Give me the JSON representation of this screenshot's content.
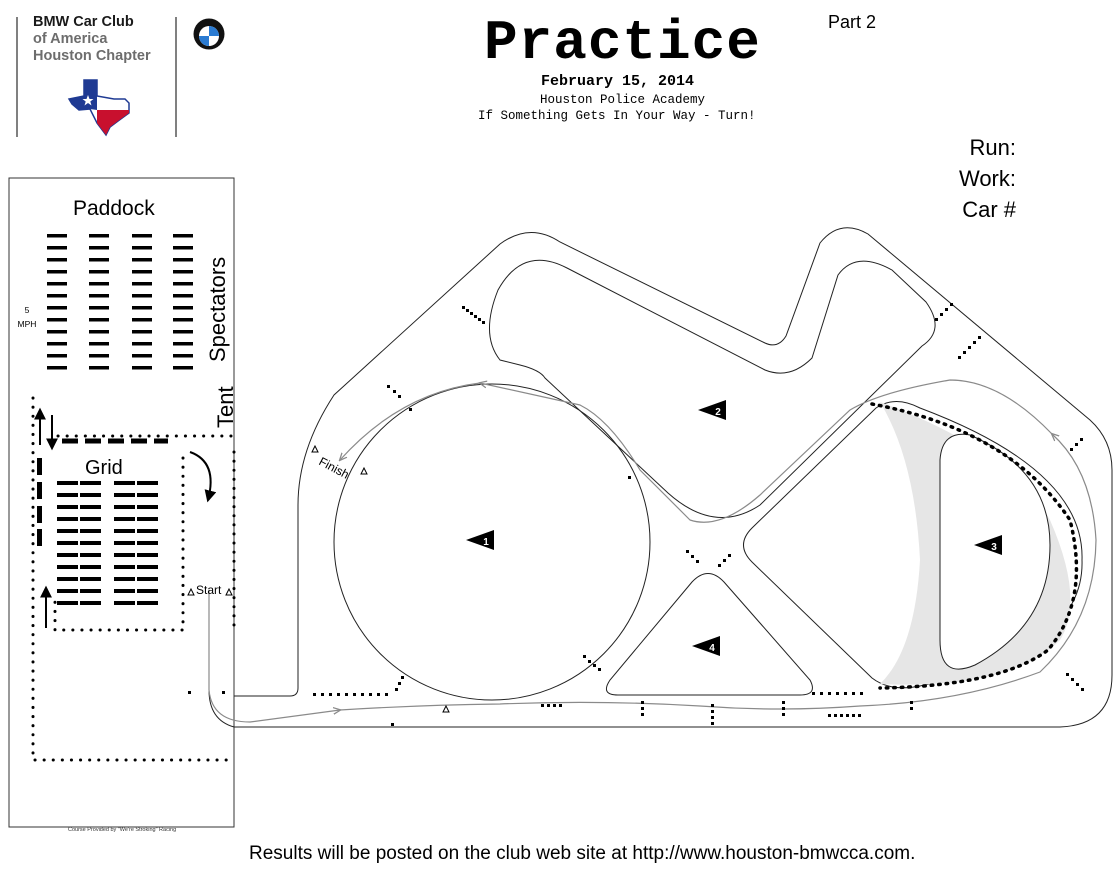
{
  "club": {
    "line1": "BMW Car Club",
    "line2": "of America",
    "line3": "Houston Chapter"
  },
  "header": {
    "title": "Practice",
    "part": "Part 2",
    "date": "February 15, 2014",
    "venue": "Houston Police Academy",
    "motto": "If Something Gets In Your Way - Turn!"
  },
  "form_fields": [
    "Run:",
    "Work:",
    "Car #"
  ],
  "areas": {
    "paddock": "Paddock",
    "spectators": "Spectators",
    "tent": "Tent",
    "grid": "Grid",
    "speed_limit_value": "5",
    "speed_limit_unit": "MPH"
  },
  "course": {
    "start_label": "Start",
    "finish_label": "Finish",
    "markers": [
      "1",
      "2",
      "3",
      "4"
    ]
  },
  "footer": "Results will be posted on the club web site at http://www.houston-bmwcca.com.",
  "credit": "Course Provided by \"We're Stroking\" Racing",
  "colors": {
    "course_line": "#222222",
    "driving_line": "#8a8a8a",
    "shaded_area": "#e6e6e6",
    "texas_red": "#c8102e",
    "texas_blue": "#1f3a93"
  }
}
